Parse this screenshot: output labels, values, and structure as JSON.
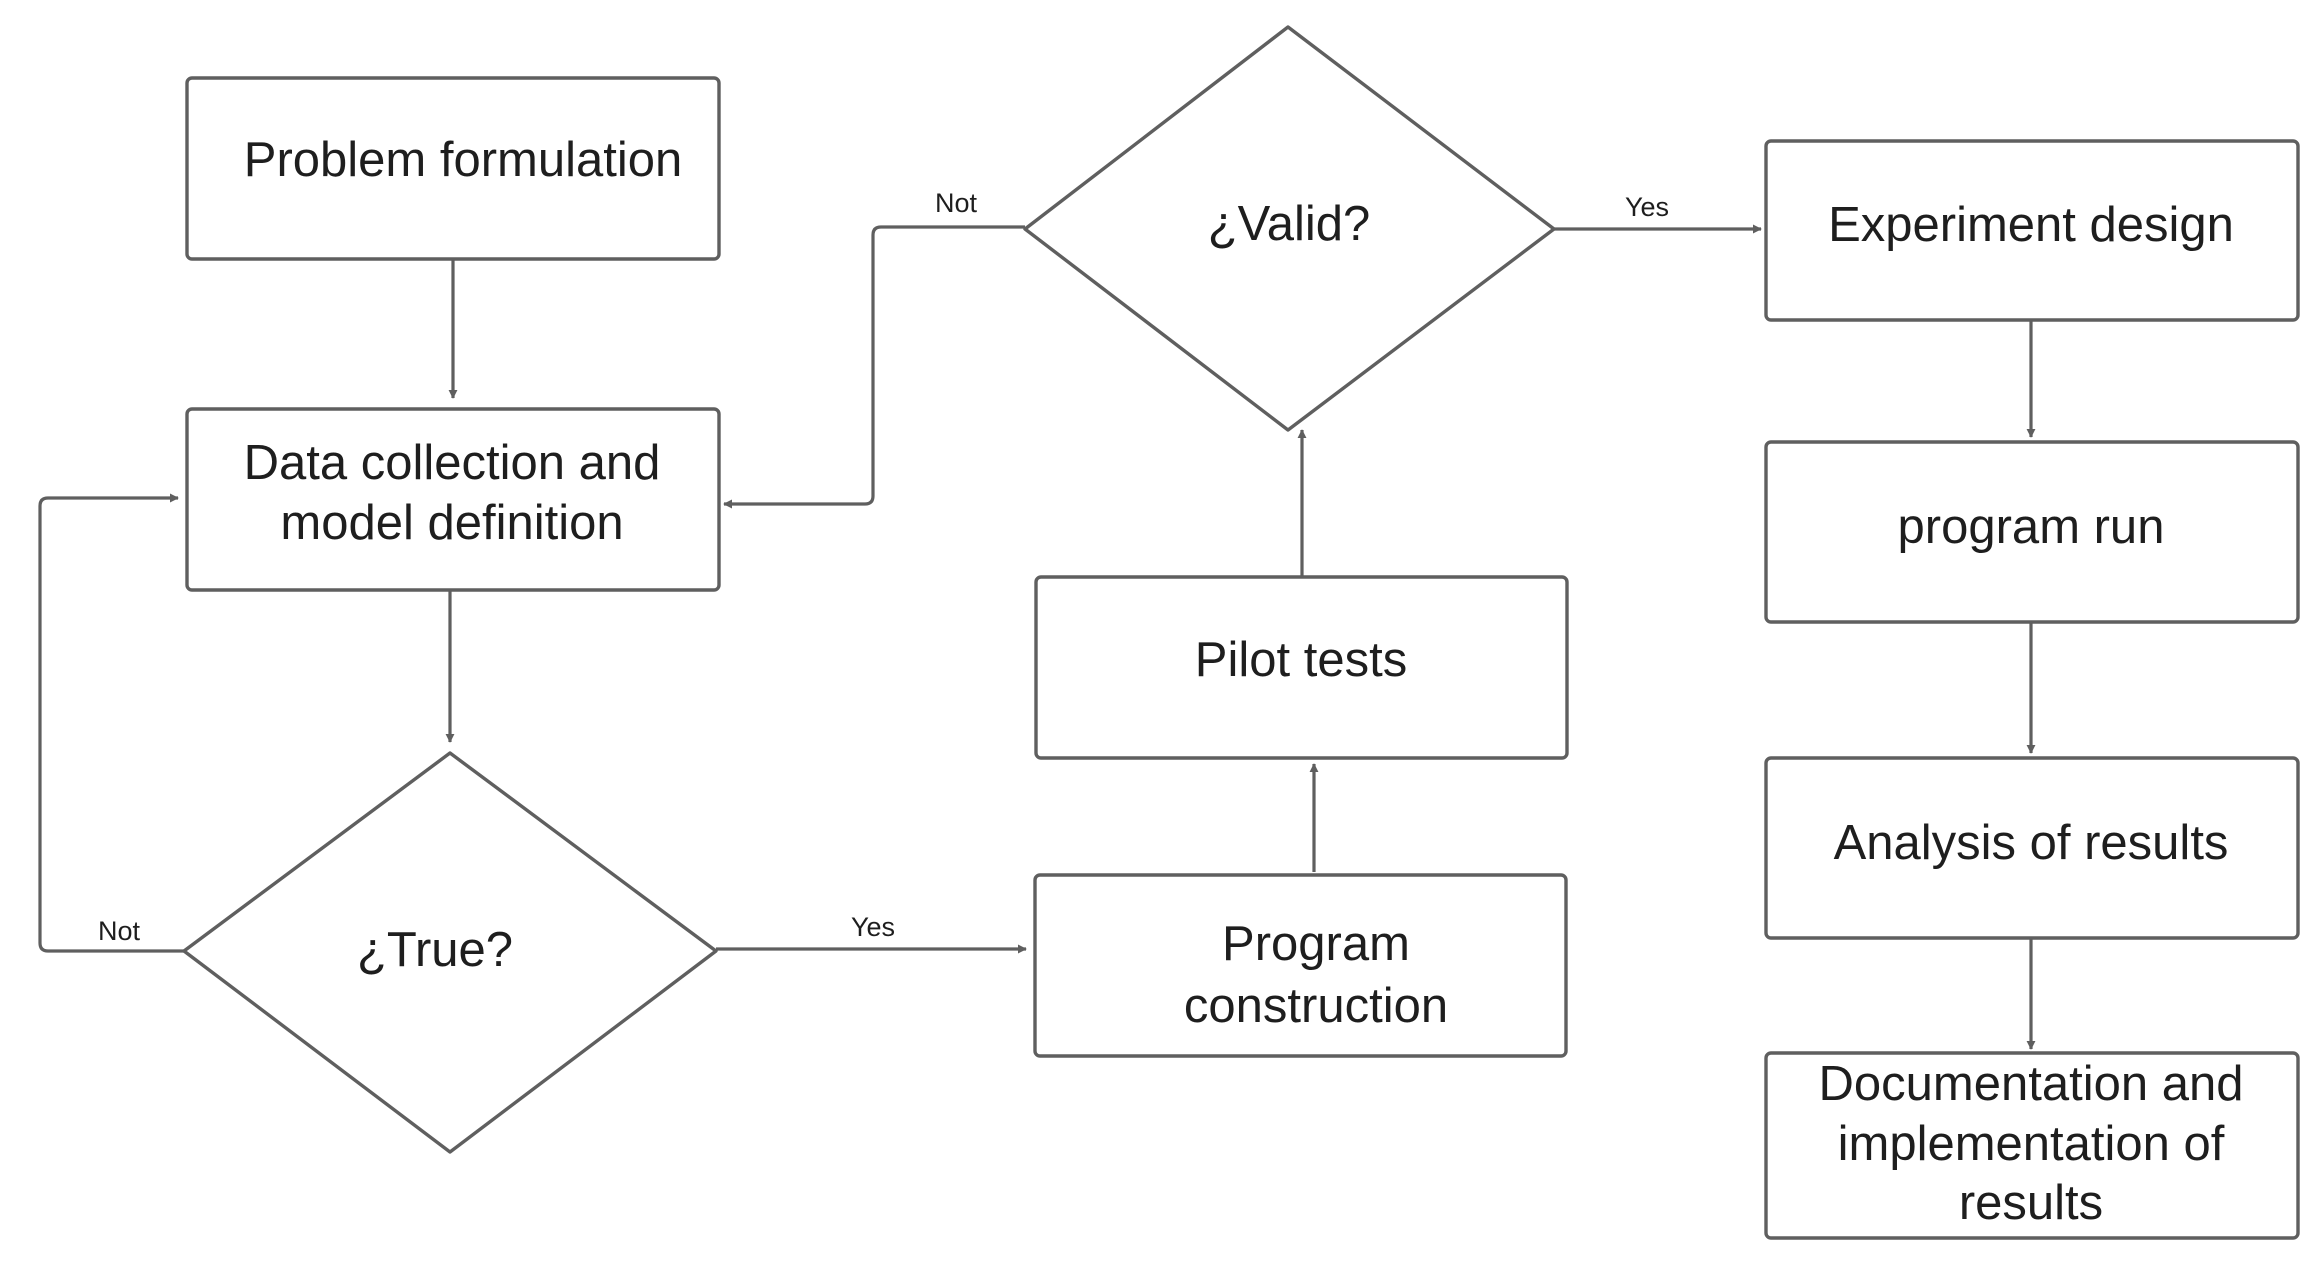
{
  "diagram": {
    "nodes": {
      "problem_formulation": {
        "label": "Problem formulation"
      },
      "data_collection": {
        "line1": "Data collection and",
        "line2": "model definition"
      },
      "true_decision": {
        "label": "¿True?"
      },
      "program_construction": {
        "line1": "Program",
        "line2": "construction"
      },
      "pilot_tests": {
        "label": "Pilot tests"
      },
      "valid_decision": {
        "label": "¿Valid?"
      },
      "experiment_design": {
        "label": "Experiment design"
      },
      "program_run": {
        "label": "program run"
      },
      "analysis_results": {
        "label": "Analysis of results"
      },
      "documentation": {
        "line1": "Documentation and",
        "line2": "implementation of",
        "line3": "results"
      }
    },
    "edge_labels": {
      "true_not": "Not",
      "true_yes": "Yes",
      "valid_not": "Not",
      "valid_yes": "Yes"
    },
    "colors": {
      "stroke": "#5f5f5f",
      "text": "#1e1e1e",
      "background": "#ffffff"
    }
  }
}
